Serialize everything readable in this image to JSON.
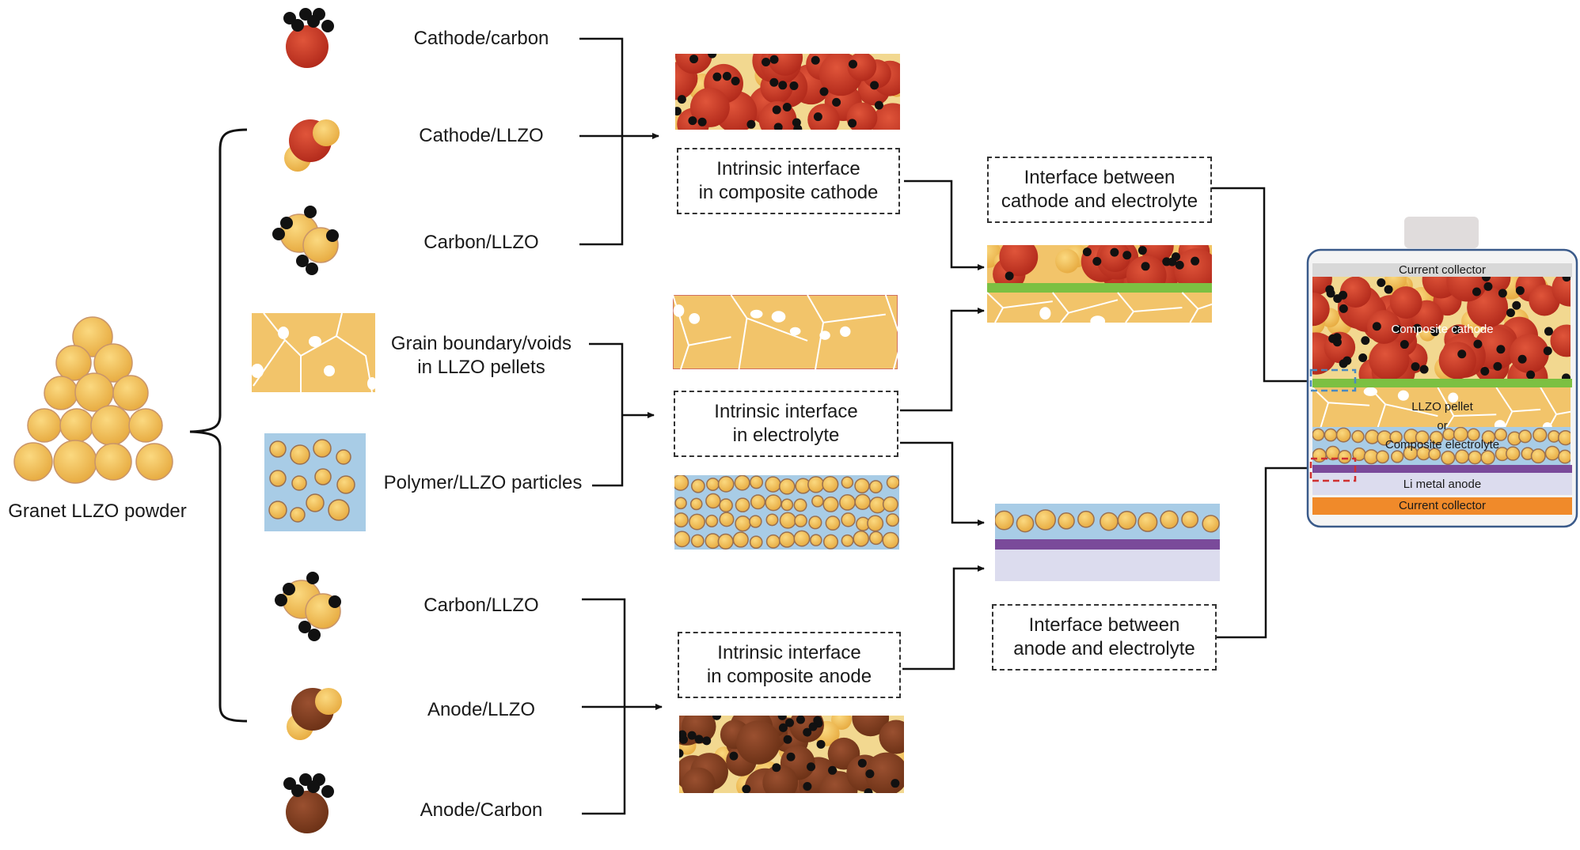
{
  "source": {
    "label": "Granet LLZO powder"
  },
  "components": [
    {
      "label": "Cathode/carbon",
      "group": "cathode"
    },
    {
      "label": "Cathode/LLZO",
      "group": "cathode"
    },
    {
      "label": "Carbon/LLZO",
      "group": "cathode"
    },
    {
      "label_line1": "Grain boundary/voids",
      "label_line2": "in LLZO pellets",
      "group": "electrolyte"
    },
    {
      "label": "Polymer/LLZO particles",
      "group": "electrolyte"
    },
    {
      "label": "Carbon/LLZO",
      "group": "anode"
    },
    {
      "label": "Anode/LLZO",
      "group": "anode"
    },
    {
      "label": "Anode/Carbon",
      "group": "anode"
    }
  ],
  "intrinsic_interfaces": {
    "cathode": {
      "line1": "Intrinsic interface",
      "line2": "in composite cathode"
    },
    "electrolyte": {
      "line1": "Intrinsic interface",
      "line2": "in electrolyte"
    },
    "anode": {
      "line1": "Intrinsic interface",
      "line2": "in composite anode"
    }
  },
  "external_interfaces": {
    "cathode_electrolyte": {
      "line1": "Interface between",
      "line2": "cathode and electrolyte"
    },
    "anode_electrolyte": {
      "line1": "Interface between",
      "line2": "anode and electrolyte"
    }
  },
  "cell": {
    "layers": {
      "top_collector": "Current collector",
      "cathode": "Composite cathode",
      "electrolyte_line1": "LLZO pellet",
      "electrolyte_line2": "or",
      "electrolyte_line3": "Composite electrolyte",
      "anode": "Li metal anode",
      "bottom_collector": "Current collector"
    }
  },
  "colors": {
    "llzo": "#f0c060",
    "cathode": "#c8341e",
    "anode": "#7a3a1e",
    "carbon": "#111111",
    "polymer": "#a8cce6",
    "cei": "#7cc042",
    "sei": "#7a4a9a",
    "li_metal": "#dcdcee",
    "al_collector": "#d8d8d8",
    "cu_collector": "#f08a2a",
    "cell_border": "#3a5a8a",
    "highlight_cathode": "#4a8ac0",
    "highlight_anode": "#d03030"
  }
}
